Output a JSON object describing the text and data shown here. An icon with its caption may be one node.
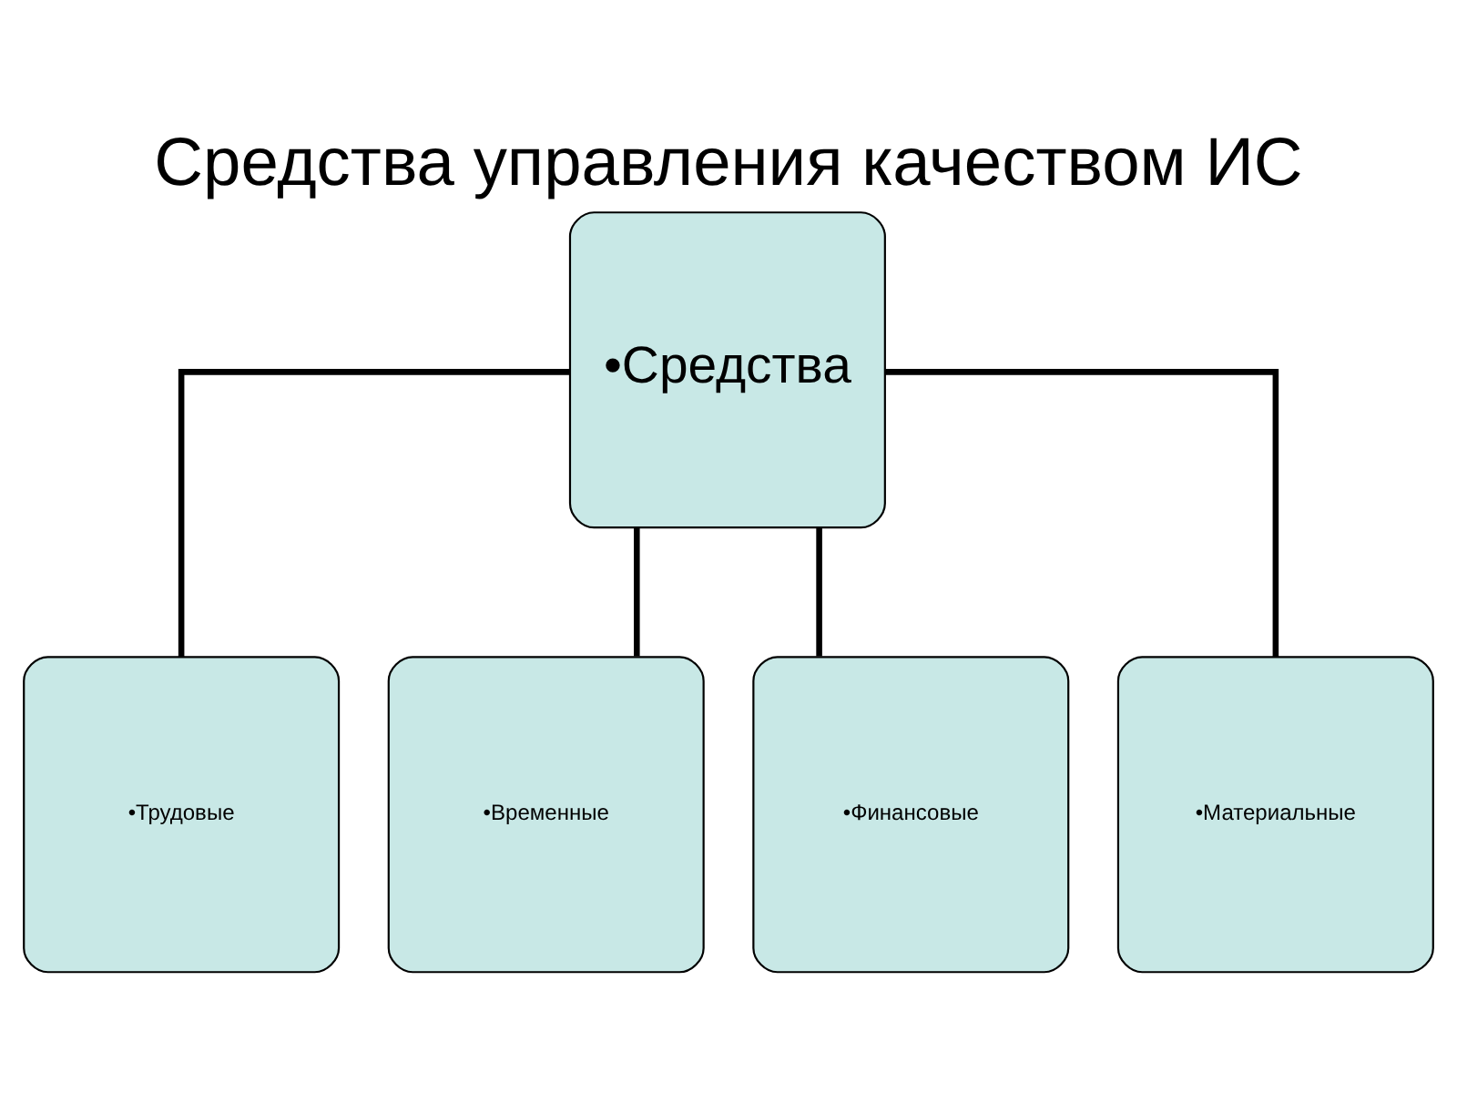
{
  "diagram": {
    "title": "Средства управления качеством ИС",
    "nodes": [
      {
        "text": [
          "•Средства"
        ]
      },
      {
        "text": [
          "•Трудовые"
        ]
      },
      {
        "text": [
          "•Временные"
        ]
      },
      {
        "text": [
          "•Финансовые"
        ]
      },
      {
        "text": [
          "•Материальные"
        ]
      }
    ],
    "edges": [
      {
        "from": 0,
        "to": 1,
        "arrow": "none"
      },
      {
        "from": 0,
        "to": 2,
        "arrow": "none"
      },
      {
        "from": 0,
        "to": 3,
        "arrow": "none"
      },
      {
        "from": 0,
        "to": 4,
        "arrow": "none"
      }
    ]
  }
}
